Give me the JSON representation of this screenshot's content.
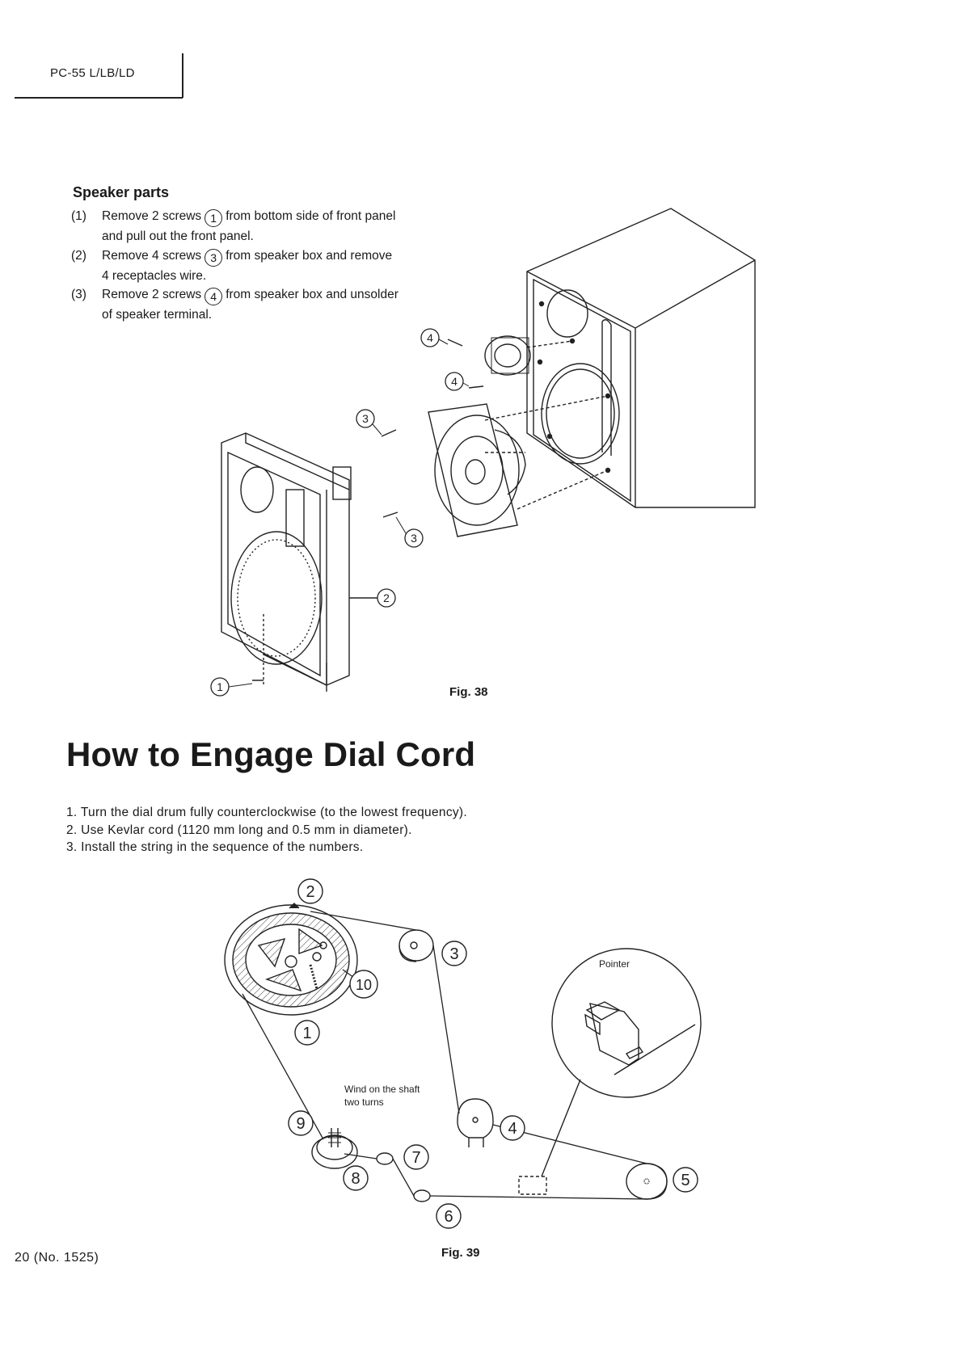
{
  "header": {
    "model": "PC-55 L/LB/LD"
  },
  "speaker_section": {
    "heading": "Speaker parts",
    "steps": [
      {
        "num": "(1)",
        "pre": "Remove 2 screws",
        "circ": "1",
        "post": "from bottom side of front panel",
        "cont": "and pull out the front panel."
      },
      {
        "num": "(2)",
        "pre": "Remove 4 screws",
        "circ": "3",
        "post": "from speaker box and remove",
        "cont": "4 receptacles wire."
      },
      {
        "num": "(3)",
        "pre": "Remove 2 screws",
        "circ": "4",
        "post": "from speaker box and unsolder",
        "cont": "of speaker terminal."
      }
    ],
    "figure": {
      "caption": "Fig. 38",
      "callouts": [
        "4",
        "4",
        "3",
        "3",
        "2",
        "1"
      ]
    }
  },
  "dial_section": {
    "title": "How to Engage Dial Cord",
    "instructions": [
      "1. Turn the dial drum fully counterclockwise (to the lowest frequency).",
      "2. Use Kevlar cord (1120 mm long and 0.5 mm in diameter).",
      "3. Install the string in the sequence of the numbers."
    ],
    "figure": {
      "caption": "Fig. 39",
      "pointer_label": "Pointer",
      "shaft_note_line1": "Wind on the shaft",
      "shaft_note_line2": "two turns",
      "callouts": [
        "1",
        "2",
        "3",
        "4",
        "5",
        "6",
        "7",
        "8",
        "9",
        "10"
      ]
    }
  },
  "footer": {
    "page": "20 (No. 1525)"
  }
}
